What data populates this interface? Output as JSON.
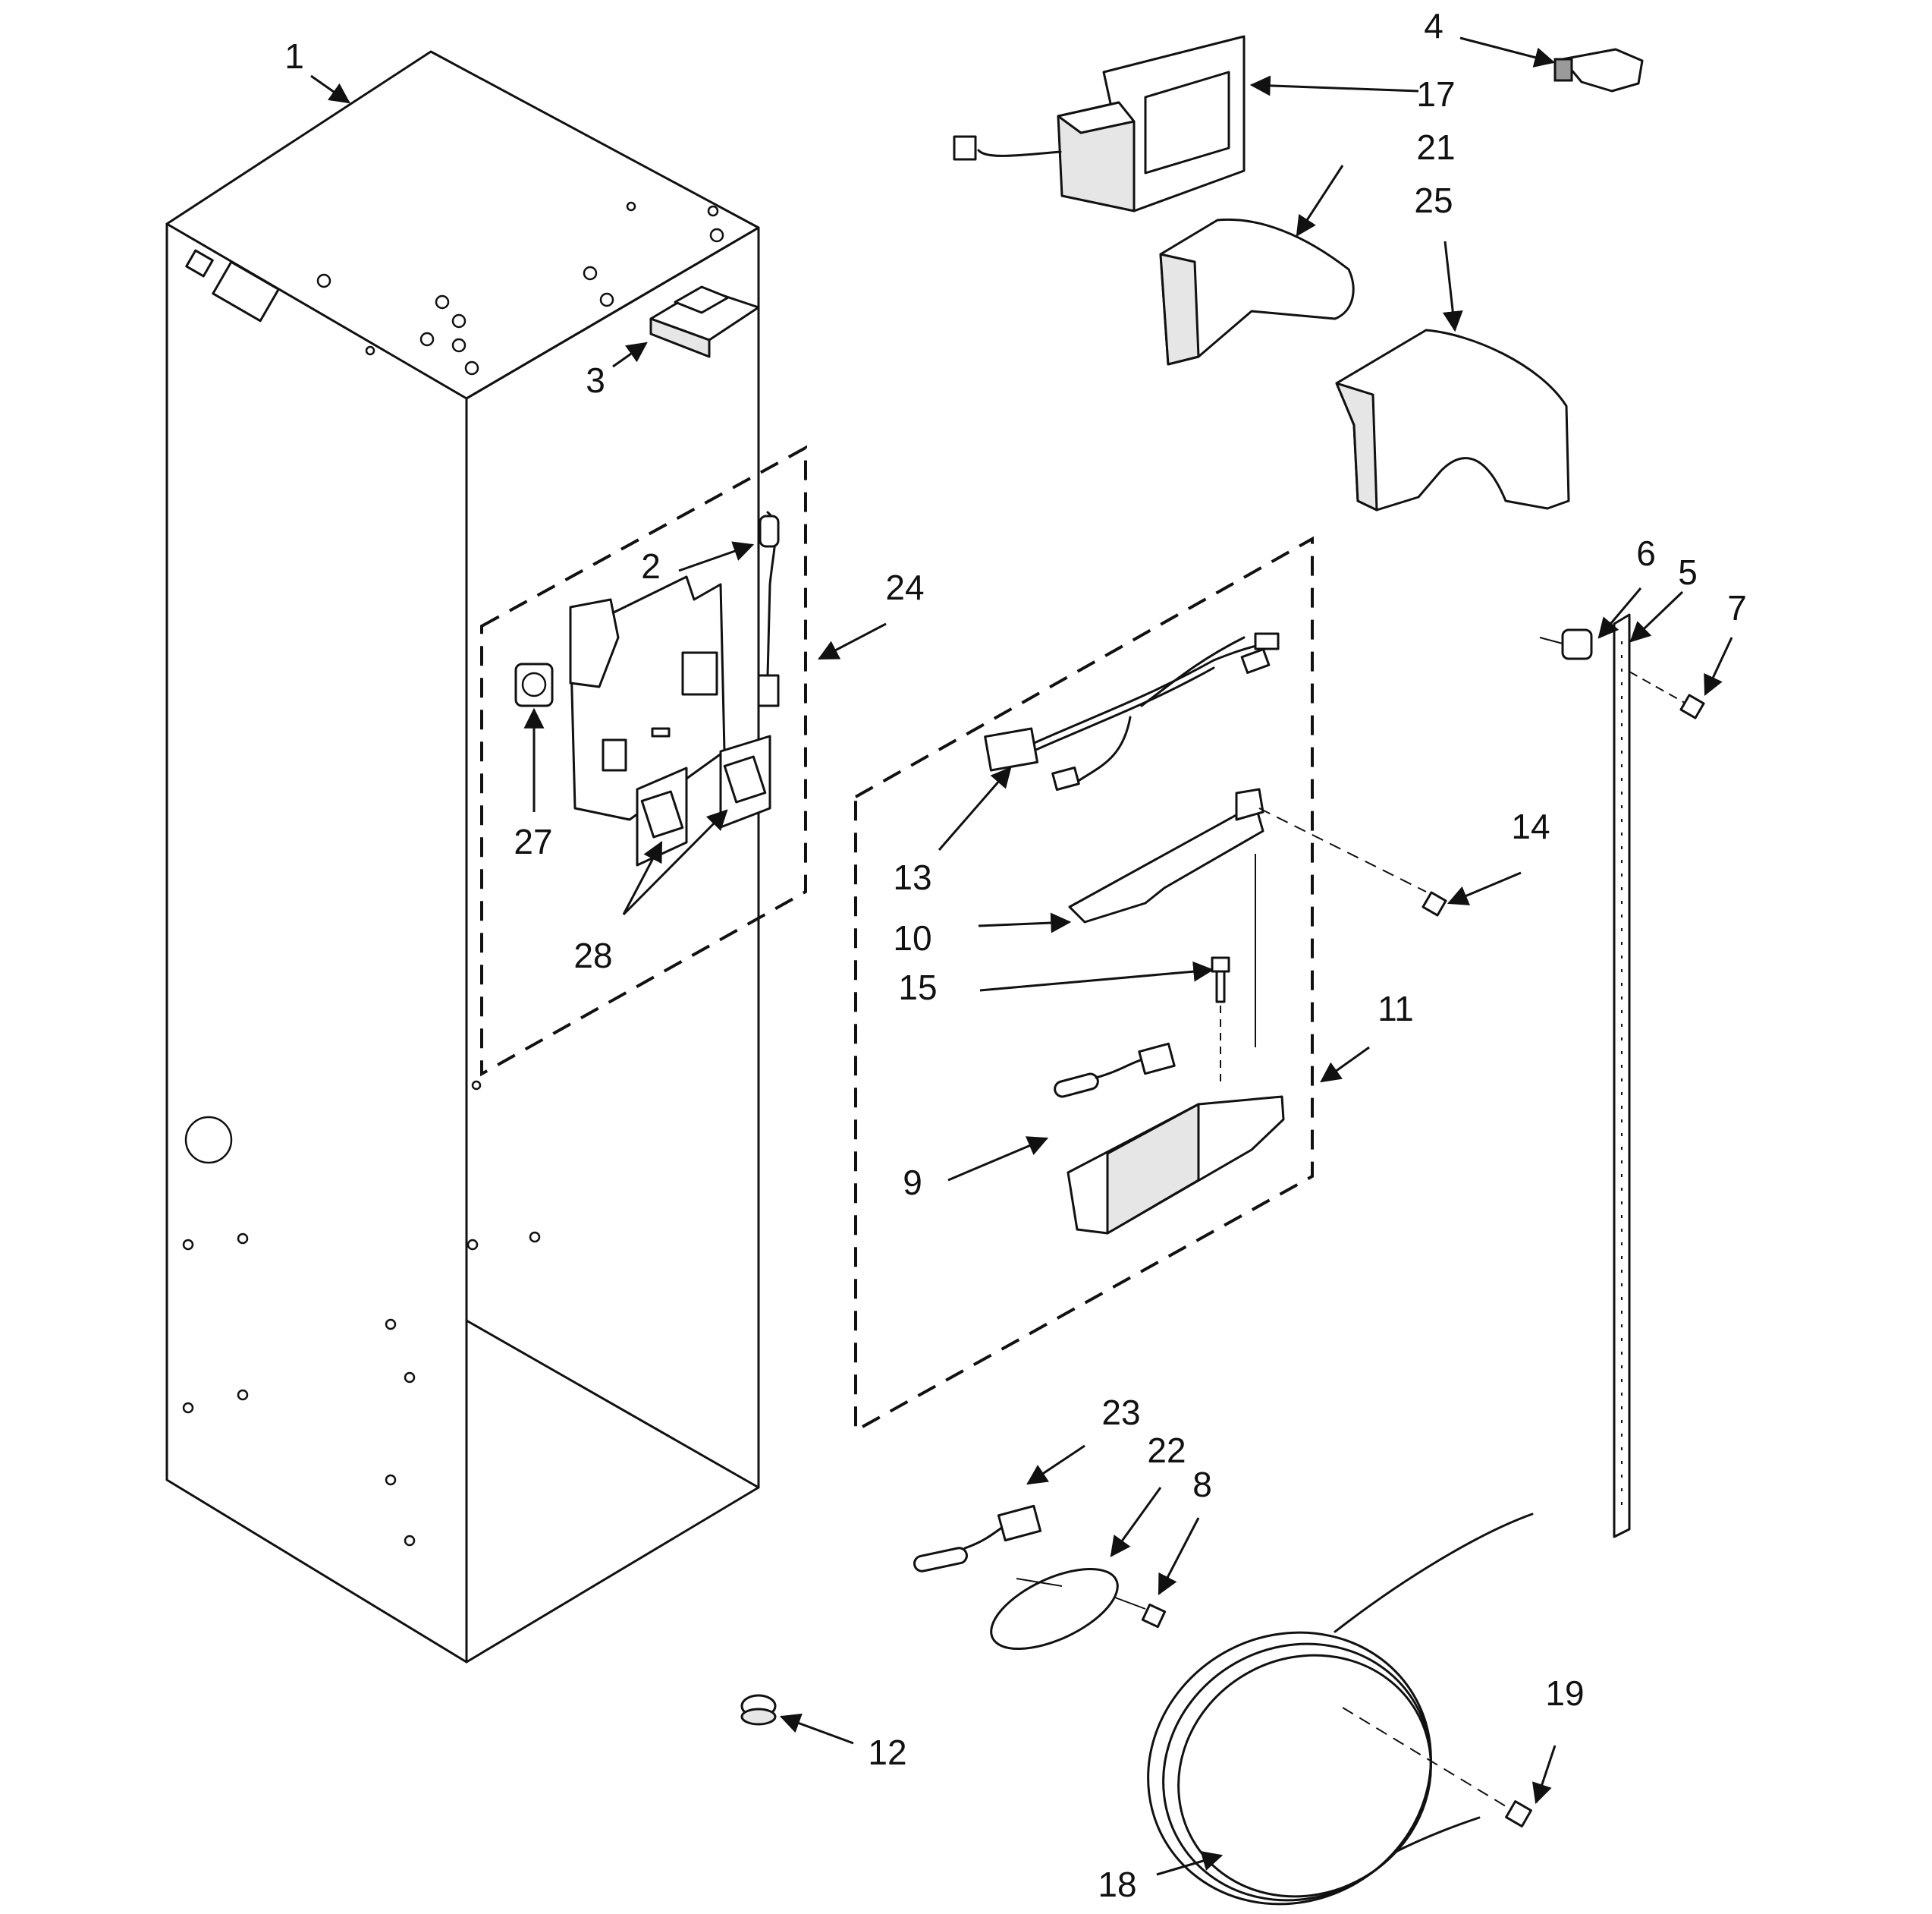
{
  "callouts": {
    "c1": "1",
    "c2": "2",
    "c3": "3",
    "c4": "4",
    "c5": "5",
    "c6": "6",
    "c7": "7",
    "c8": "8",
    "c9": "9",
    "c10": "10",
    "c11": "11",
    "c12": "12",
    "c13": "13",
    "c14": "14",
    "c15": "15",
    "c17": "17",
    "c18": "18",
    "c19": "19",
    "c21": "21",
    "c22": "22",
    "c23": "23",
    "c24": "24",
    "c25": "25",
    "c27": "27",
    "c28": "28"
  },
  "colors": {
    "ink": "#111111",
    "paper": "#ffffff"
  }
}
